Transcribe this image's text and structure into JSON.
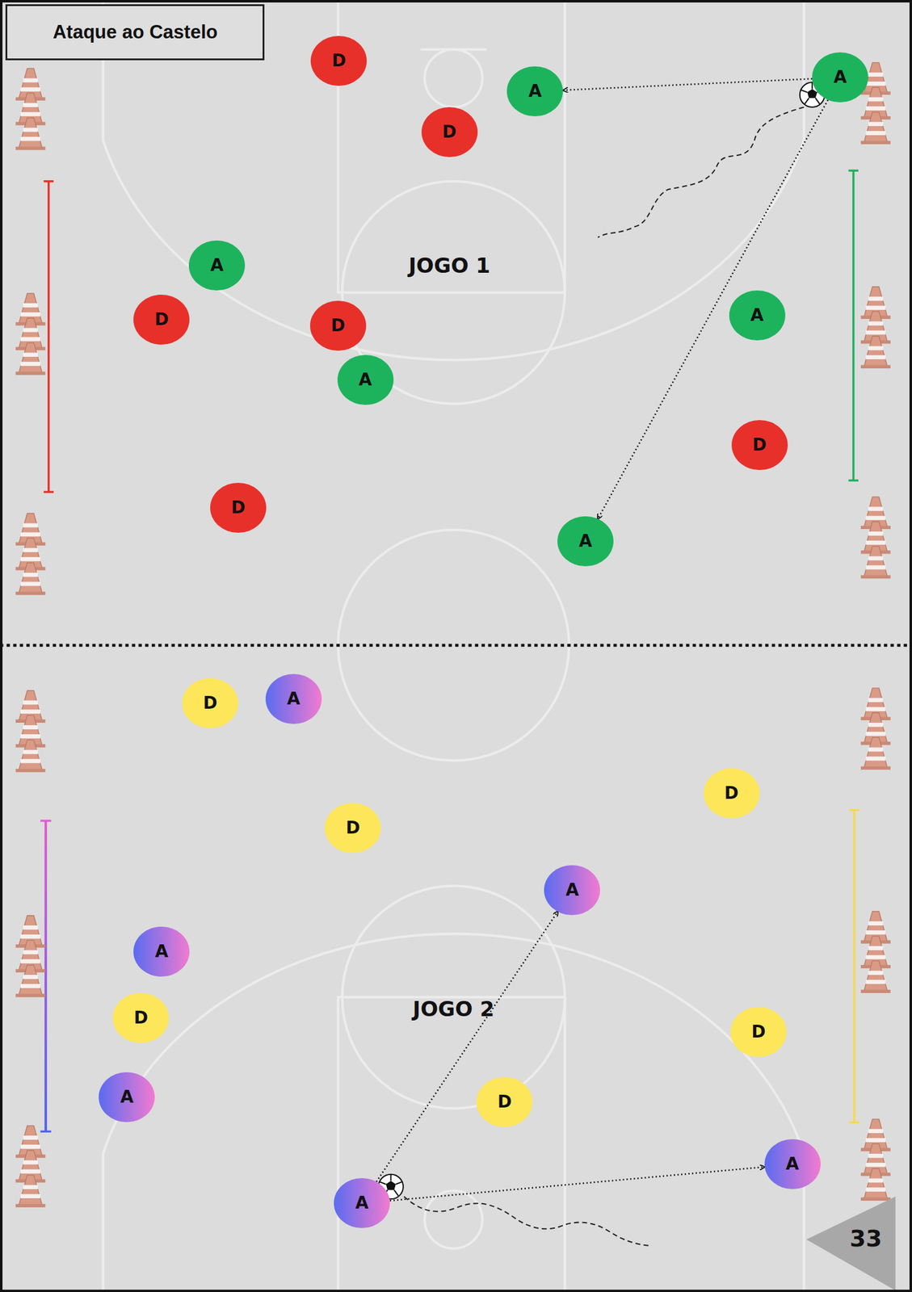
{
  "diagram": {
    "title": "Ataque ao Castelo",
    "nodes": [
      {
        "text": [
          "D"
        ]
      },
      {
        "text": [
          "A"
        ]
      },
      {
        "text": [
          "A"
        ]
      },
      {
        "text": [
          "D"
        ]
      },
      {
        "text": [
          "A"
        ]
      },
      {
        "text": [
          "A"
        ]
      },
      {
        "text": [
          "D"
        ]
      },
      {
        "text": [
          "D"
        ]
      },
      {
        "text": [
          "A"
        ]
      },
      {
        "text": [
          "D"
        ]
      },
      {
        "text": [
          "D"
        ]
      },
      {
        "text": [
          "A"
        ]
      },
      {
        "text": [
          "D"
        ]
      },
      {
        "text": [
          "A"
        ]
      },
      {
        "text": [
          "D"
        ]
      },
      {
        "text": [
          "D"
        ]
      },
      {
        "text": [
          "A"
        ]
      },
      {
        "text": [
          "A"
        ]
      },
      {
        "text": [
          "D"
        ]
      },
      {
        "text": [
          "D"
        ]
      },
      {
        "text": [
          "A"
        ]
      },
      {
        "text": [
          "D"
        ]
      },
      {
        "text": [
          "A"
        ]
      },
      {
        "text": [
          "A"
        ]
      }
    ],
    "edges": [
      {
        "from": 1,
        "to": 2,
        "arrow": "to"
      },
      {
        "from": 1,
        "to": 11,
        "arrow": "to"
      },
      {
        "from": 23,
        "to": 16,
        "arrow": "to"
      },
      {
        "from": 23,
        "to": 22,
        "arrow": "to"
      }
    ],
    "labels": [
      "JOGO 1",
      "JOGO 2",
      "33"
    ]
  }
}
